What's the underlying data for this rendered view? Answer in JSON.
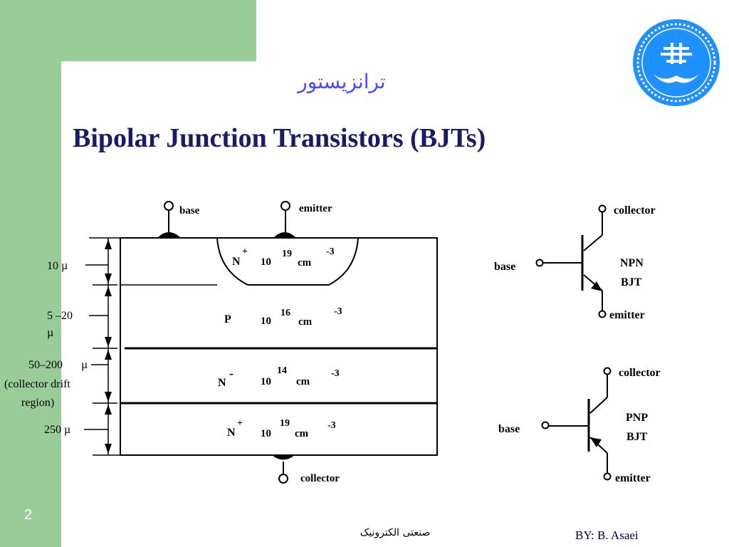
{
  "slide": {
    "number": "2",
    "persian_title": "ترانزیستور",
    "title": "Bipolar Junction Transistors (BJTs)",
    "footer_center": "صنعتی الکترونیک",
    "footer_right": "BY: B. Asaei"
  },
  "cross_section": {
    "terminals": {
      "base": "base",
      "emitter": "emitter",
      "collector": "collector"
    },
    "dimensions": {
      "d1": "10  µ",
      "d2a": "5 –20",
      "d2b": "µ",
      "d3a": "50–200",
      "d3b": "µ",
      "d3c": "(collector drift",
      "d3d": "region)",
      "d4": "250 µ"
    },
    "layers": [
      {
        "type": "N",
        "sup": "+",
        "base10": "10",
        "exp": "19",
        "unit": "cm",
        "pow": "-3"
      },
      {
        "type": "P",
        "sup": "",
        "base10": "10",
        "exp": "16",
        "unit": "cm",
        "pow": "-3"
      },
      {
        "type": "N",
        "sup": "-",
        "base10": "10",
        "exp": "14",
        "unit": "cm",
        "pow": "-3"
      },
      {
        "type": "N",
        "sup": "+",
        "base10": "10",
        "exp": "19",
        "unit": "cm",
        "pow": "-3"
      }
    ]
  },
  "npn": {
    "collector": "collector",
    "base": "base",
    "emitter": "emitter",
    "name1": "NPN",
    "name2": "BJT"
  },
  "pnp": {
    "collector": "collector",
    "base": "base",
    "emitter": "emitter",
    "name1": "PNP",
    "name2": "BJT"
  },
  "colors": {
    "green": "#99cc99",
    "title": "#1a1a66",
    "persian": "#4a4aff",
    "logo": "#1e90ff"
  }
}
